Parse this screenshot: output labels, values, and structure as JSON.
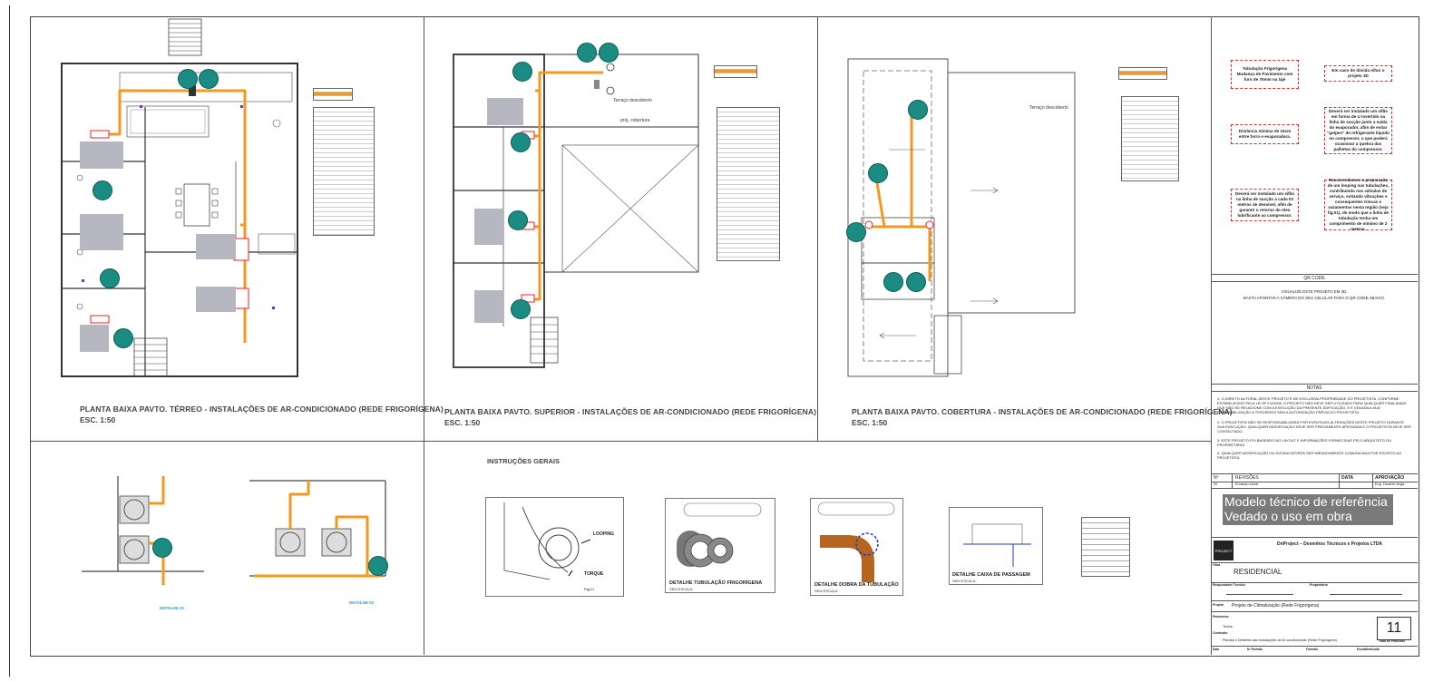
{
  "panels": {
    "terreo": {
      "title": "PLANTA BAIXA PAVTO. TÉRREO - INSTALAÇÕES DE AR-CONDICIONADO (REDE FRIGORÍGENA)",
      "scale": "ESC. 1:50"
    },
    "superior": {
      "title": "PLANTA BAIXA PAVTO. SUPERIOR - INSTALAÇÕES DE AR-CONDICIONADO (REDE FRIGORÍGENA)",
      "scale": "ESC. 1:50",
      "terraco": "Terraço descoberto",
      "cobertura": "proj. cobertura"
    },
    "cobertura": {
      "title": "PLANTA BAIXA PAVTO. COBERTURA - INSTALAÇÕES DE AR-CONDICIONADO (REDE FRIGORÍGENA)",
      "scale": "ESC. 1:50",
      "terraco": "Terraço descoberto"
    }
  },
  "instrucoes": {
    "title": "INSTRUÇÕES GERAIS",
    "looping": {
      "label1": "LOOPING",
      "label2": "TORQUE",
      "ref": "Pag.01"
    },
    "d1": {
      "title": "DETALHE TUBULAÇÃO FRIGORÍGENA",
      "sub": "SEM ESCALA"
    },
    "d2": {
      "title": "DETALHE DOBRA DA TUBULAÇÃO",
      "sub": "SEM ESCALA"
    },
    "d3": {
      "title": "DETALHE CAIXA DE PASSAGEM",
      "sub": "SEM ESCALA"
    }
  },
  "detalhes": {
    "d01": "DETALHE 01",
    "d02": "DETALHE 02"
  },
  "notes_red": [
    "Tubulação Frigorígena Mudança de Pavimento com furo de 75mm na laje",
    "Em caso de dúvida olhar o projeto 3D",
    "Distância mínima de 15cm entre forro e evaporadora.",
    "Deverá ser instalado um sifão em forma de U invertido na linha de sucção junto a saída do evaporador, afim de evitar \"golpes\" de refrigerante líquido no compressor, o que poderá ocasionar a quebra das palhetas do compressor.",
    "Deverá ser instalado um sifão na linha de sucção a cada 03 metros de desnível, afim de garantir o retorno do óleo lubrificante ao compressor.",
    "Recomendamos a preparação de um looping nas tubulações, contribuindo nas válvulas de serviço, evitando vibrações e consequentes trincas e vazamentos nesta região (veja fig.01), de modo que a linha de tubulação tenha um comprimento de mínimo de 2 metros."
  ],
  "qrcode": {
    "title": "QR CODE",
    "line1": "VISUALIZE ESTE PROJETO EM 3D.",
    "line2": "BASTA APONTAR A CÂMERA DO SEU CELULAR PARA O QR CODE ABAIXO."
  },
  "notas": {
    "title": "NOTAS",
    "items": [
      "1. O DIREITO AUTORAL DESTE PROJETO É DE EXCLUSIVA PROPRIEDADE DO PROJETISTA, CONFORME ESTABELECIDO PELA LEI Nº 9.610/98. O PROJETO NÃO DEVE SER UTILIZADO PARA QUALQUER FINALIDADE QUE NÃO SE RELACIONE COM A EXECUÇÃO DA PRESENTE EDIFICAÇÃO, E É VEDADA A SUA DISPONIBILIZAÇÃO A TERCEIROS SEM A AUTORIZAÇÃO PRÉVIA DO PROJETISTA.",
      "2. O PROJETISTA NÃO SE RESPONSABILIZARÁ POR EVENTUAIS ALTERAÇÕES DESTE PROJETO DURANTE SUA EXECUÇÃO. QUALQUER MODIFICAÇÃO DEVE SER PREVIAMENTE APROVADA E O PROJETISTA DEVE SER CONTACTADO.",
      "3. ESTE PROJETO FOI BASEADO NO LAYOUT E INFORMAÇÕES FORNECIDAS PELO ARQUITETO OU PROPRIETÁRIO.",
      "4. QUALQUER MODIFICAÇÃO OU DÚVIDA DEVERÁ SER IMEDIATAMENTE COMUNICADA POR ESCRITO AO PROJETISTA."
    ]
  },
  "revisoes": {
    "h_num": "Nº",
    "h_rev": "REVISÕES",
    "h_data": "DATA",
    "h_aprov": "APROVAÇÃO",
    "r_num": "00",
    "r_rev": "Emissão inicial",
    "r_aprov": "Eng. Daniela Veiga"
  },
  "watermark": {
    "line1": "Modelo técnico de referência",
    "line2": "Vedado o uso em obra"
  },
  "company": {
    "logo": "PROJECT",
    "name": "DnProject – Desenhos Técnicos e Projetos LTDA"
  },
  "obra": {
    "label": "Obra",
    "value": "RESIDENCIAL"
  },
  "responsavel": {
    "label": "Responsável Técnico",
    "prop_label": "Proprietário"
  },
  "projeto": {
    "label": "Projeto",
    "value": "Projeto de Climatização (Rede Frigorígena)"
  },
  "pavimento": {
    "label": "Pavimento",
    "value": "Todos"
  },
  "conteudo": {
    "label": "Conteúdo",
    "value": "Plantas e Detalhes das Instalações de Ar condicionado (Rede Frigorígena)"
  },
  "sheet_number": "11",
  "sheet_total_label": "Total de Pranchas",
  "footer": {
    "data": "Data",
    "revisao": "Nº Revisão",
    "formato": "Formato",
    "escala": "Escala/Indicada"
  },
  "colors": {
    "pipe": "#f39a1e",
    "unit": "#1a8c82",
    "note_border": "#e22222",
    "watermark_bg": "#7a7a7a"
  }
}
